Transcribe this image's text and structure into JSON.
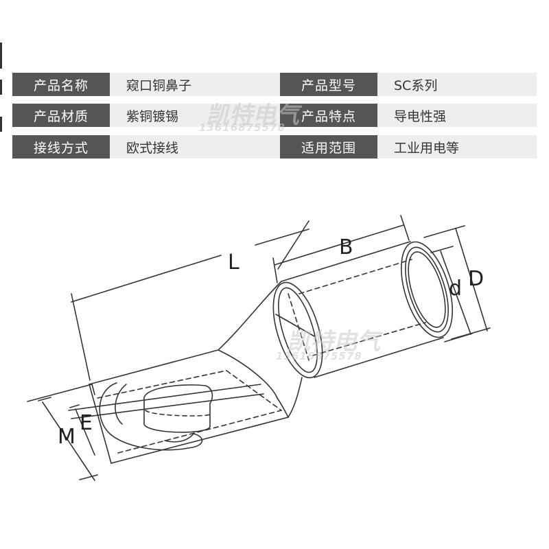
{
  "specs": [
    {
      "label": "产品名称",
      "value": "窥口铜鼻子"
    },
    {
      "label": "产品型号",
      "value": "SC系列"
    },
    {
      "label": "产品材质",
      "value": "紫铜镀锡"
    },
    {
      "label": "产品特点",
      "value": "导电性强"
    },
    {
      "label": "接线方式",
      "value": "欧式接线"
    },
    {
      "label": "适用范围",
      "value": "工业用电等"
    }
  ],
  "watermark": {
    "text": "凯特电气",
    "phone": "13616875578"
  },
  "dimensions": {
    "L": "L",
    "B": "B",
    "d": "d",
    "D": "D",
    "M": "M",
    "E": "E"
  },
  "colors": {
    "label_bg": "#555555",
    "value_bg": "#eeeeee",
    "line": "#333333"
  }
}
